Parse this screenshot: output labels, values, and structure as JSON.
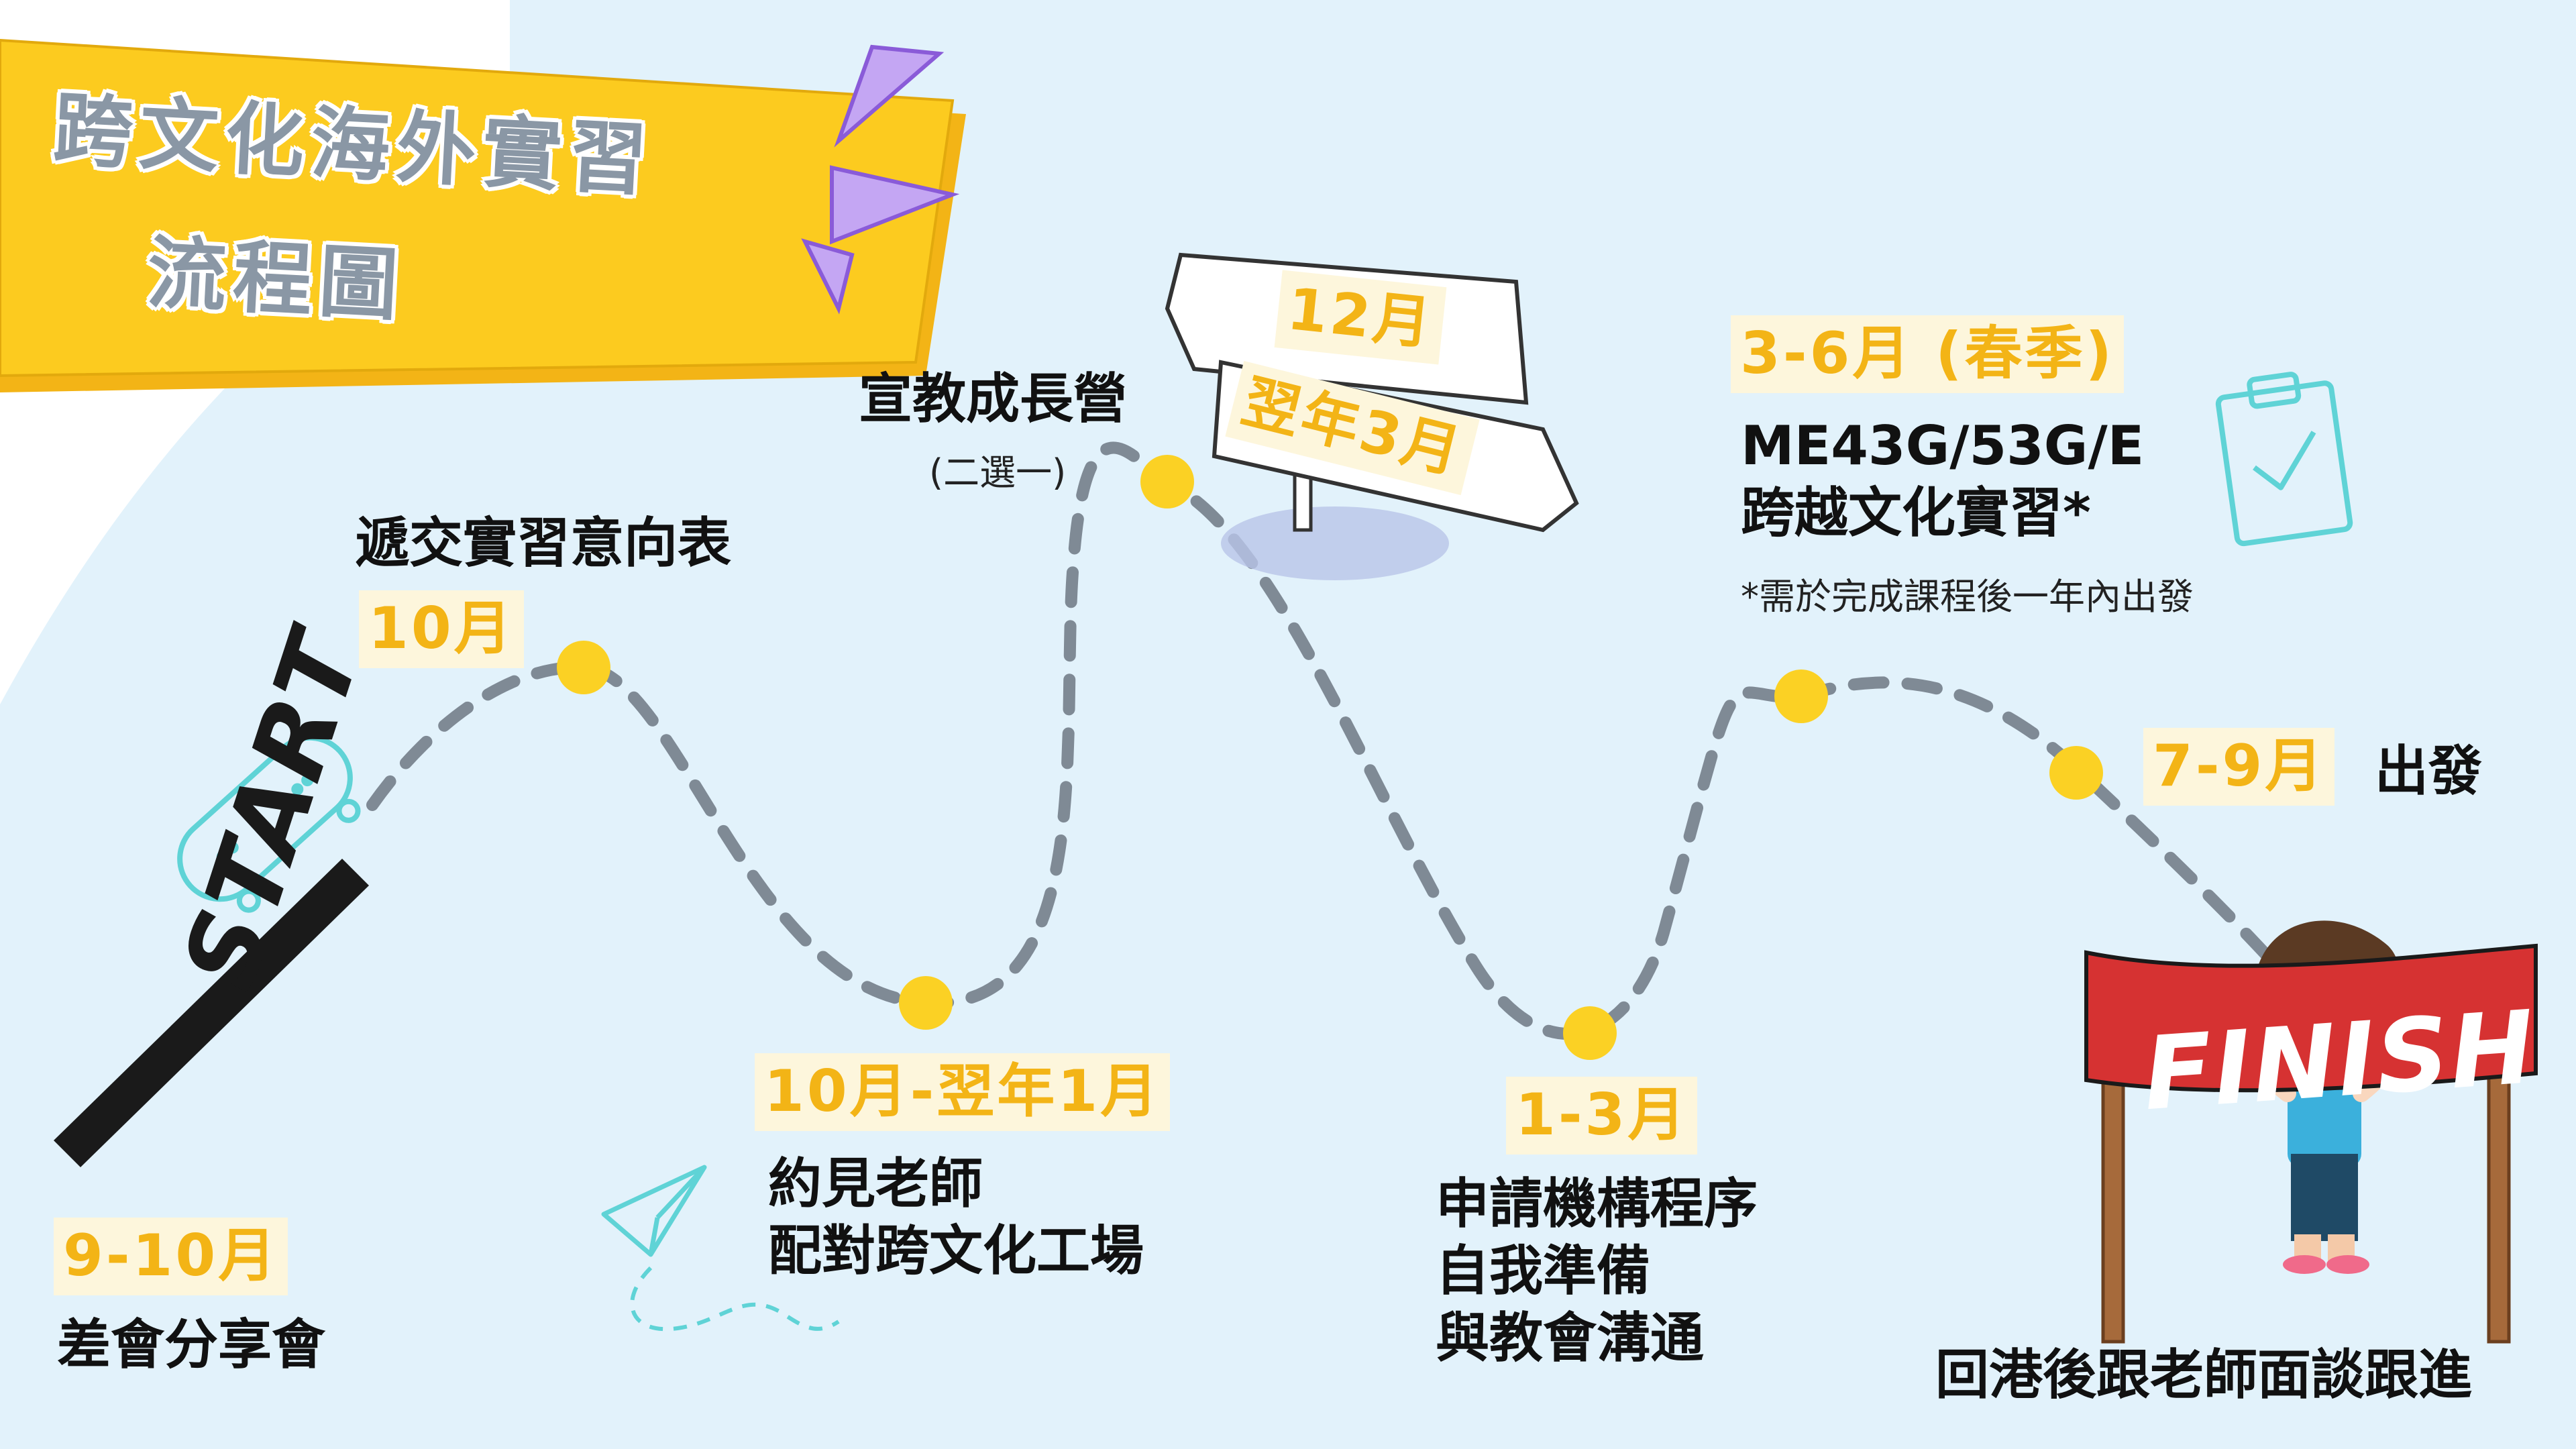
{
  "title": {
    "line1": "跨文化海外實習",
    "line2": "流程圖"
  },
  "start_text": "START",
  "finish_text": "FINISH",
  "steps": [
    {
      "date": "9-10月",
      "label": "差會分享會"
    },
    {
      "date": "10月",
      "label": "遞交實習意向表"
    },
    {
      "date": "10月-翌年1月",
      "label_lines": [
        "約見老師",
        "配對跨文化工場"
      ]
    },
    {
      "date": "12月",
      "date2": "翌年3月",
      "label": "宣教成長營",
      "note": "(二選一)"
    },
    {
      "date": "1-3月",
      "label_lines": [
        "申請機構程序",
        "自我準備",
        "與教會溝通"
      ]
    },
    {
      "date": "3-6月 (春季)",
      "label_lines": [
        "ME43G/53G/E",
        "跨越文化實習*"
      ],
      "note": "*需於完成課程後一年內出發"
    },
    {
      "date": "7-9月",
      "label": "出發"
    },
    {
      "label": "回港後跟老師面談跟進"
    }
  ],
  "colors": {
    "background_blob": "#e2f2fb",
    "banner": "#fccb1f",
    "dot": "#fbd124",
    "path": "#7f8a95",
    "date_text": "#f3b416",
    "date_bg": "#fdf6dc",
    "finish_banner": "#d63232"
  },
  "icons": [
    "skateboard-icon",
    "paper-plane-icon",
    "signpost-icon",
    "clipboard-check-icon",
    "megaphone-accent-icon",
    "finish-banner-icon",
    "child-figure-icon"
  ]
}
